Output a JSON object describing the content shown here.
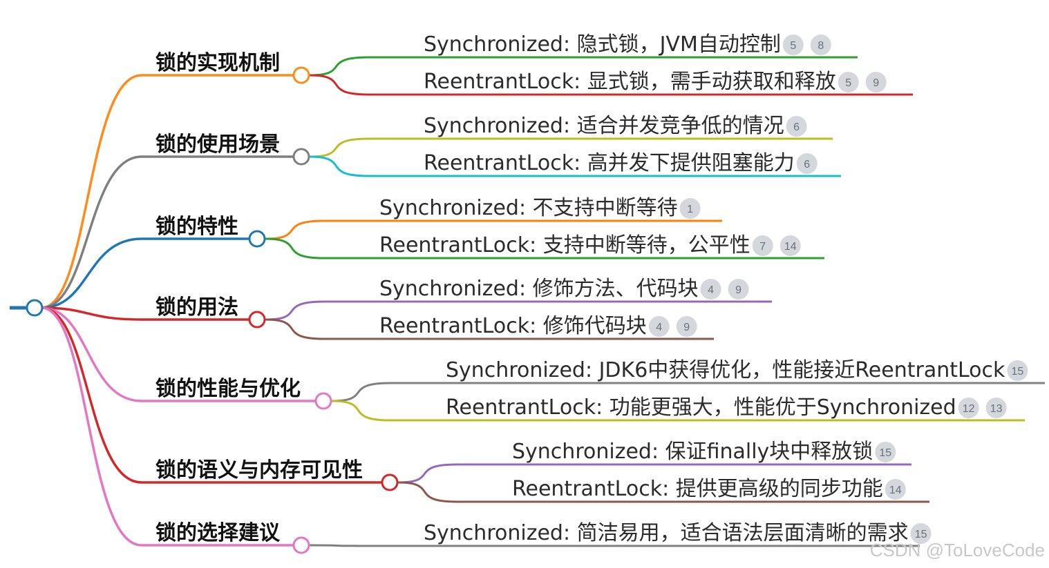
{
  "watermark": "CSDN @ToLoveCode",
  "branches": [
    {
      "label": "锁的实现机制",
      "color": "#ff8c1a",
      "children": [
        {
          "text": "Synchronized: 隐式锁，JVM自动控制",
          "color": "#2ca02c",
          "badges": [
            "5",
            "8"
          ]
        },
        {
          "text": "ReentrantLock: 显式锁，需手动获取和释放",
          "color": "#d62728",
          "badges": [
            "5",
            "9"
          ]
        }
      ]
    },
    {
      "label": "锁的使用场景",
      "color": "#7f7f7f",
      "children": [
        {
          "text": "Synchronized: 适合并发竞争低的情况",
          "color": "#bcbd22",
          "badges": [
            "6"
          ]
        },
        {
          "text": "ReentrantLock: 高并发下提供阻塞能力",
          "color": "#17becf",
          "badges": [
            "6"
          ]
        }
      ]
    },
    {
      "label": "锁的特性",
      "color": "#1f77b4",
      "children": [
        {
          "text": "Synchronized: 不支持中断等待",
          "color": "#ff7f0e",
          "badges": [
            "1"
          ]
        },
        {
          "text": "ReentrantLock: 支持中断等待，公平性",
          "color": "#2ca02c",
          "badges": [
            "7",
            "14"
          ]
        }
      ]
    },
    {
      "label": "锁的用法",
      "color": "#d62728",
      "children": [
        {
          "text": "Synchronized: 修饰方法、代码块",
          "color": "#9467bd",
          "badges": [
            "4",
            "9"
          ]
        },
        {
          "text": "ReentrantLock: 修饰代码块",
          "color": "#8c564b",
          "badges": [
            "4",
            "9"
          ]
        }
      ]
    },
    {
      "label": "锁的性能与优化",
      "color": "#e377c2",
      "children": [
        {
          "text": "Synchronized: JDK6中获得优化，性能接近ReentrantLock",
          "color": "#7f7f7f",
          "badges": [
            "15"
          ]
        },
        {
          "text": "ReentrantLock: 功能更强大，性能优于Synchronized",
          "color": "#bcbd22",
          "badges": [
            "12",
            "13"
          ]
        }
      ]
    },
    {
      "label": "锁的语义与内存可见性",
      "color": "#d62728",
      "children": [
        {
          "text": "Synchronized: 保证finally块中释放锁",
          "color": "#9467bd",
          "badges": [
            "15"
          ]
        },
        {
          "text": "ReentrantLock: 提供更高级的同步功能",
          "color": "#8c564b",
          "badges": [
            "14"
          ]
        }
      ]
    },
    {
      "label": "锁的选择建议",
      "color": "#e377c2",
      "children": [
        {
          "text": "Synchronized: 简洁易用，适合语法层面清晰的需求",
          "color": "#7f7f7f",
          "badges": [
            "15"
          ]
        }
      ]
    }
  ],
  "root_color": "#1f77b4"
}
